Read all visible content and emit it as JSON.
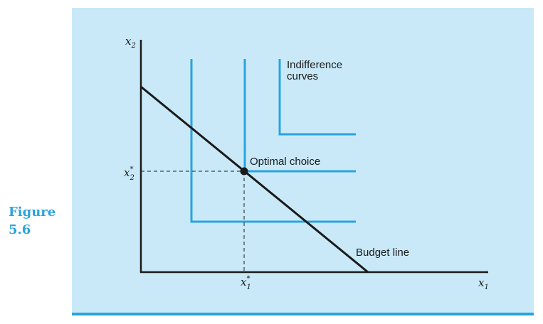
{
  "figure": {
    "label_line1": "Figure",
    "label_line2": "5.6"
  },
  "axes": {
    "y_var": "x",
    "y_sub": "2",
    "x_var": "x",
    "x_sub": "1"
  },
  "optimum": {
    "x1_var": "x",
    "x1_sub": "1",
    "x1_sup": "*",
    "x2_var": "x",
    "x2_sub": "2",
    "x2_sup": "*"
  },
  "annotations": {
    "indifference_line1": "Indifference",
    "indifference_line2": "curves",
    "optimal_choice": "Optimal choice",
    "budget_line": "Budget line"
  },
  "colors": {
    "accent": "#2aa3df",
    "panel": "#c9e9f8",
    "ink": "#1a1a1a"
  }
}
